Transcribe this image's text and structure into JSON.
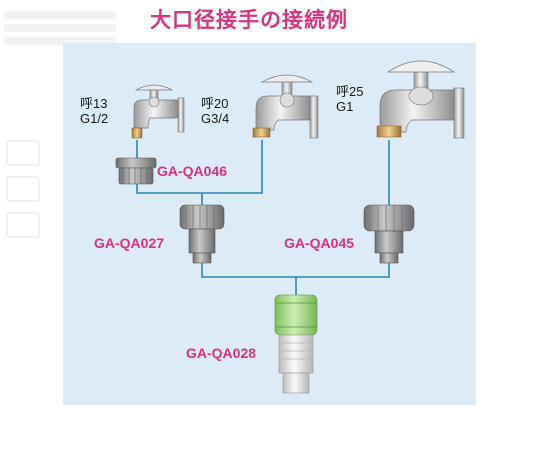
{
  "title": "大口径接手の接続例",
  "faucets": [
    {
      "nominal": "呼13",
      "thread": "G1/2"
    },
    {
      "nominal": "呼20",
      "thread": "G3/4"
    },
    {
      "nominal": "呼25",
      "thread": "G1"
    }
  ],
  "parts": {
    "adapter": "GA-QA046",
    "connector_left": "GA-QA027",
    "connector_right": "GA-QA045",
    "hose_connector": "GA-QA028"
  },
  "colors": {
    "title": "#d7347f",
    "label": "#d7347f",
    "panel": "#dcebf6",
    "line": "#2c86b8",
    "connector_body": "#8a8a8a",
    "hose_green": "#9ed07a"
  }
}
